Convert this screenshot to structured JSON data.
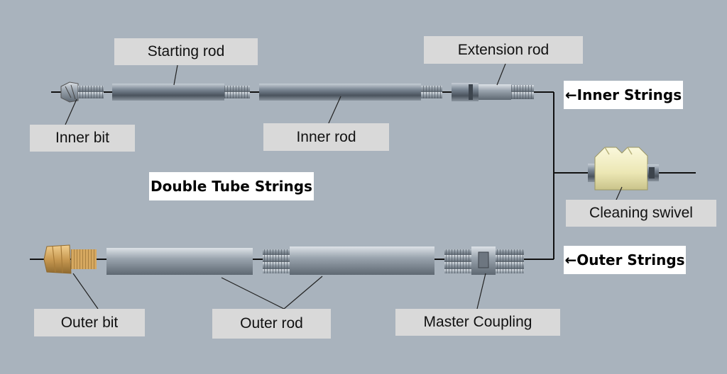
{
  "diagram": {
    "title": "Double Tube Strings",
    "inner_strings_label": "←Inner Strings",
    "outer_strings_label": "←Outer Strings",
    "labels": {
      "starting_rod": "Starting rod",
      "extension_rod": "Extension rod",
      "inner_bit": "Inner bit",
      "inner_rod": "Inner rod",
      "cleaning_swivel": "Cleaning swivel",
      "outer_bit": "Outer bit",
      "outer_rod": "Outer rod",
      "master_coupling": "Master Coupling"
    }
  },
  "colors": {
    "background": "#a9b3bd",
    "label_box": "#d9d9d9",
    "steel": "#7b8794",
    "brass": "#c99a52",
    "swivel": "#ece7b4"
  }
}
